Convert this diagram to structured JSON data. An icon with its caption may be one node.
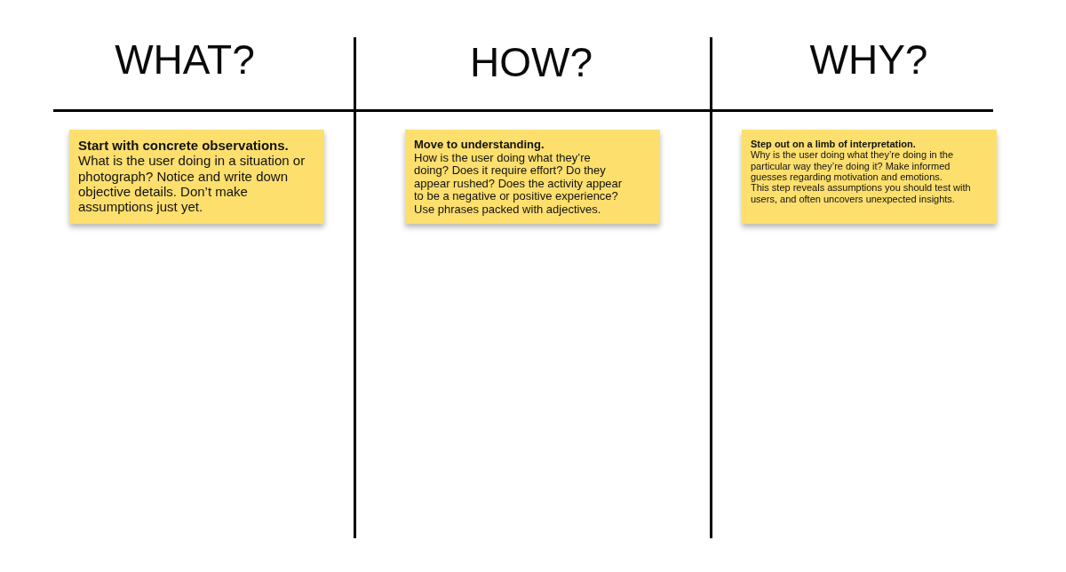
{
  "diagram": {
    "nodes": [
      {
        "text": [
          "Start with concrete observations.",
          "What is the user doing in a situation or photograph? Notice and write down objective details. Don’t make assumptions just yet."
        ]
      },
      {
        "text": [
          "Move to understanding.",
          "How is the user doing what they’re doing? Does it require effort? Do they appear rushed? Does the activity appear to be a negative or positive experience? Use phrases packed with adjectives."
        ]
      },
      {
        "text": [
          "Step out on a limb of interpretation.",
          "Why is the user doing what they’re doing in the particular way they’re doing it? Make informed guesses regarding motivation and emotions.",
          "This step reveals assumptions you should test with users, and often uncovers unexpected insights."
        ]
      }
    ],
    "labels": [
      "WHAT?",
      "HOW?",
      "WHY?"
    ]
  }
}
